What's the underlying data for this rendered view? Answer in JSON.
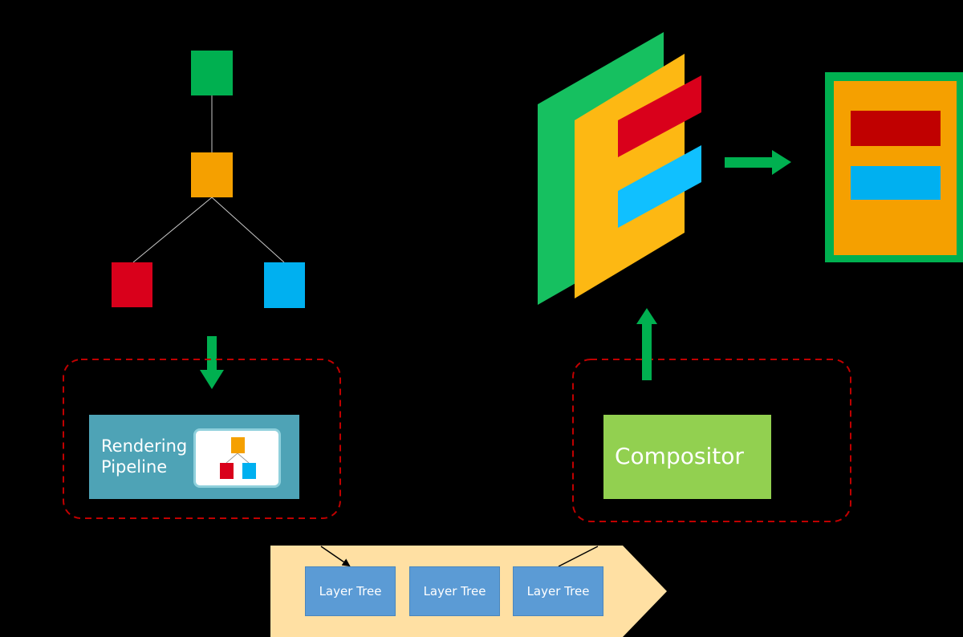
{
  "rendering_pipeline": {
    "label": "Rendering\nPipeline"
  },
  "compositor": {
    "label": "Compositor"
  },
  "layer_trees": [
    {
      "label": "Layer Tree"
    },
    {
      "label": "Layer Tree"
    },
    {
      "label": "Layer Tree"
    }
  ],
  "colors": {
    "background": "#000000",
    "green": "#00b050",
    "green_bright": "#16c060",
    "orange": "#f5a000",
    "amber": "#fdb813",
    "red": "#d9001b",
    "red_dark": "#c00000",
    "blue": "#00b0f0",
    "blue_bright": "#10c0ff",
    "pipeline_teal": "#4ea3b6",
    "compositor_green": "#92d050",
    "layer_blue": "#5b9bd5",
    "queue_tan": "#ffe0a3",
    "dashed_red": "#c00000"
  },
  "icons": {
    "arrow_down": "green-down-arrow-icon",
    "arrow_up": "green-up-arrow-icon",
    "arrow_right": "green-right-arrow-icon",
    "tree_mini": "mini-tree-icon"
  }
}
